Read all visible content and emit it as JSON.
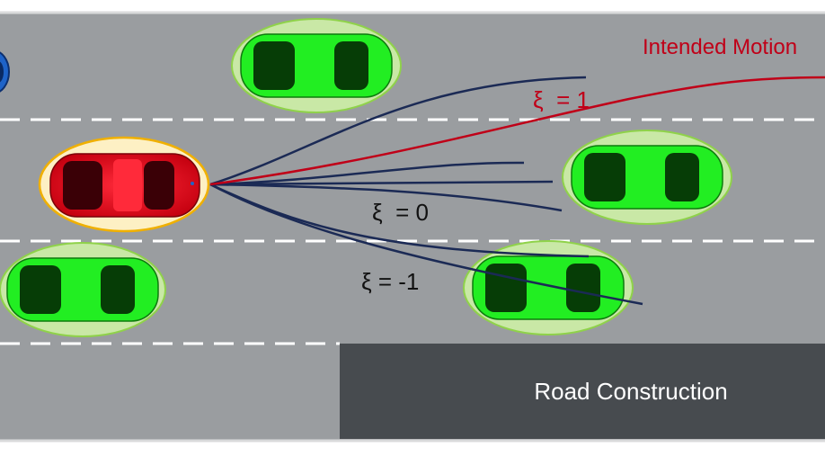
{
  "labels": {
    "intended_motion": "Intended Motion",
    "xi_plus_one": "ξ  = 1",
    "xi_zero": "ξ  = 0",
    "xi_minus_one": "ξ = -1",
    "road_construction": "Road Construction"
  },
  "colors": {
    "road": "#9a9da0",
    "lane_marking": "#ffffff",
    "construction_zone": "#474b4f",
    "ego_car": "#e5001a",
    "ego_halo": "#fdf0c4",
    "ego_halo_border": "#f0b000",
    "other_car": "#22ee22",
    "other_halo": "#c9e8a6",
    "other_halo_border": "#8fd24a",
    "blue_car": "#1e63c8",
    "trajectory": "#1b2a55",
    "intended_path": "#c00018"
  }
}
